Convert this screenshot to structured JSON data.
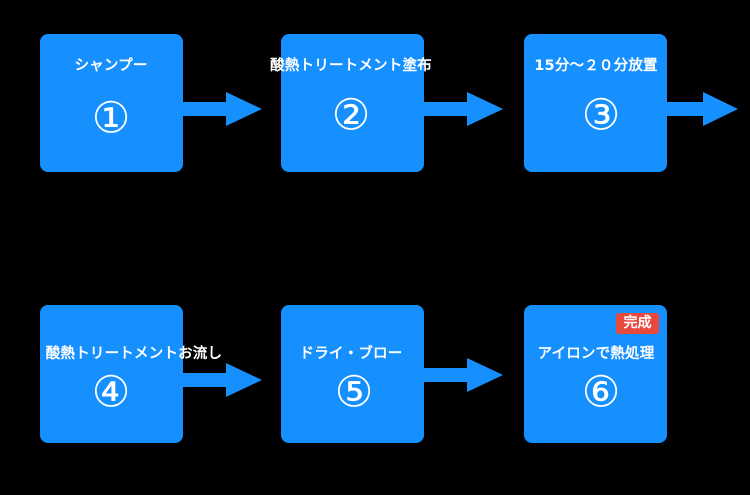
{
  "colors": {
    "background": "#000000",
    "box": "#1790ff",
    "arrow": "#1790ff",
    "badge": "#e8493d",
    "text": "#ffffff"
  },
  "steps": [
    {
      "label": "シャンプー",
      "number": "①"
    },
    {
      "label": "酸熱トリートメント塗布",
      "number": "②"
    },
    {
      "label": "15分〜２０分放置",
      "number": "③"
    },
    {
      "label": "酸熱トリートメントお流し",
      "number": "④"
    },
    {
      "label": "ドライ・ブロー",
      "number": "⑤"
    },
    {
      "label": "アイロンで熱処理",
      "number": "⑥"
    }
  ],
  "badge": {
    "label": "完成"
  }
}
